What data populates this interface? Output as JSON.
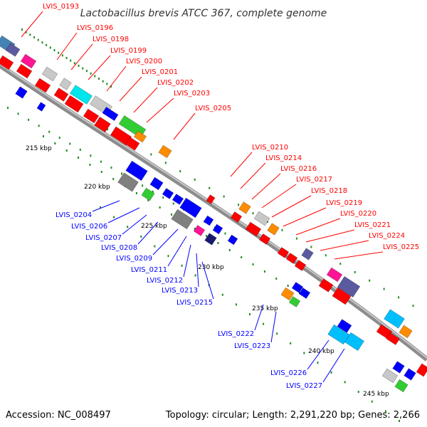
{
  "title": "Lactobacillus brevis ATCC 367, complete genome",
  "footer": {
    "accession": "Accession: NC_008497",
    "topology": "Topology: circular; Length: 2,291,220 bp; Genes: 2,266"
  },
  "colors": {
    "forward_label": "#ff0000",
    "reverse_label": "#0000ff",
    "backbone": "#8c8c8c",
    "tick": "#228b22"
  },
  "scale_marks": [
    "215 kbp",
    "220 kbp",
    "225 kbp",
    "230 kbp",
    "235 kbp",
    "240 kbp",
    "245 kbp"
  ],
  "forward_genes": [
    "LVIS_0193",
    "LVIS_0196",
    "LVIS_0198",
    "LVIS_0199",
    "LVIS_0200",
    "LVIS_0201",
    "LVIS_0202",
    "LVIS_0203",
    "LVIS_0205",
    "LVIS_0210",
    "LVIS_0214",
    "LVIS_0216",
    "LVIS_0217",
    "LVIS_0218",
    "LVIS_0219",
    "LVIS_0220",
    "LVIS_0221",
    "LVIS_0224",
    "LVIS_0225"
  ],
  "reverse_genes": [
    "LVIS_0204",
    "LVIS_0206",
    "LVIS_0207",
    "LVIS_0208",
    "LVIS_0209",
    "LVIS_0211",
    "LVIS_0212",
    "LVIS_0213",
    "LVIS_0215",
    "LVIS_0222",
    "LVIS_0223",
    "LVIS_0226",
    "LVIS_0227"
  ]
}
